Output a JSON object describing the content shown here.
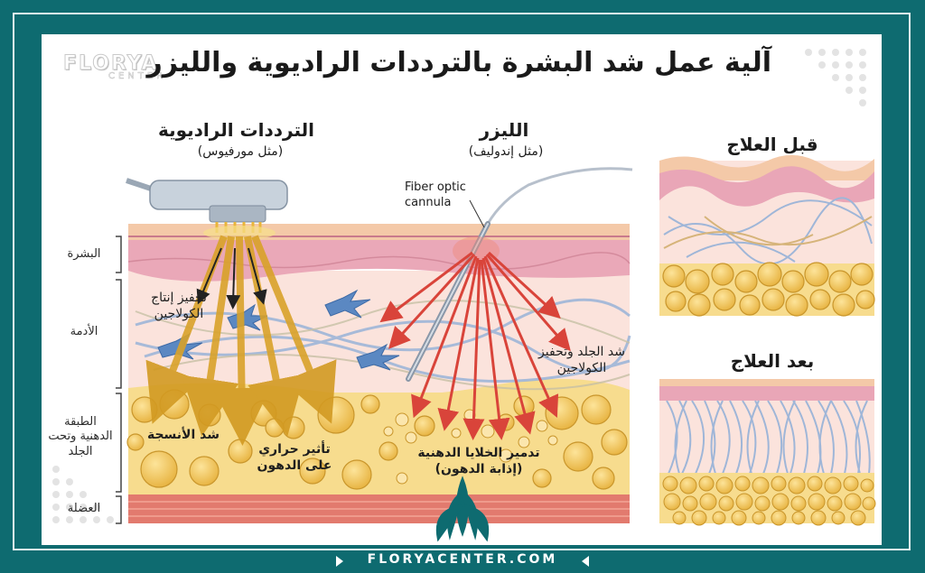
{
  "title": "آلية عمل شد البشرة بالترددات الراديوية والليزر",
  "brand": {
    "name": "FLORYA",
    "sub": "CENTER",
    "footer": "FLORYACENTER.COM"
  },
  "rf": {
    "title": "الترددات الراديوية",
    "subtitle": "(مثل مورفيوس)"
  },
  "laser": {
    "title": "الليزر",
    "subtitle": "(مثل إندوليف)",
    "cannula": "Fiber optic cannula"
  },
  "before": {
    "title": "قبل العلاج"
  },
  "after": {
    "title": "بعد العلاج"
  },
  "layers": {
    "epidermis": "البشرة",
    "dermis": "الأدمة",
    "fat": "الطبقة الدهنية وتحت الجلد",
    "muscle": "العضلة"
  },
  "annotations": {
    "collagen_rf": "تحفيز إنتاج الكولاجين",
    "tighten_tissue": "شد الأنسجة",
    "thermal_fat": "تأثير حراري على الدهون",
    "skin_tightening_laser": "شد الجلد وتحفيز الكولاجين",
    "fat_destruction": "تدمير الخلايا الدهنية (إذابة الدهون)"
  },
  "colors": {
    "frame": "#0e6b70",
    "rf_arrow": "#d9a22a",
    "laser_arrow": "#d9443a",
    "fat": "#f3c55a"
  }
}
